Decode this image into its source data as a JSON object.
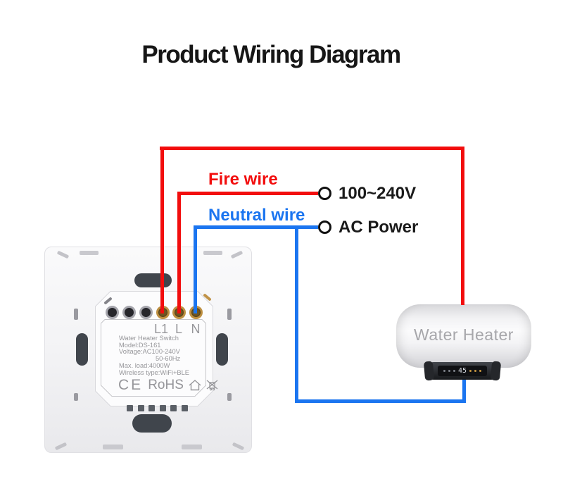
{
  "title": "Product Wiring Diagram",
  "colors": {
    "fire": "#f20d0d",
    "neutral": "#1b75f0",
    "label_text": "#1a1a1a",
    "device_text": "#96969a",
    "heater_text": "#a7a7ab"
  },
  "wiring": {
    "fire_wire_label": "Fire wire",
    "neutral_wire_label": "Neutral wire",
    "supply_voltage": "100~240V",
    "supply_label": "AC Power"
  },
  "switch": {
    "terminals": [
      "L1",
      "L",
      "N"
    ],
    "specs": [
      "Water Heater Switch",
      "Model:DS-161",
      "Voltage:AC100-240V",
      "50-60Hz",
      "Max. load:4000W",
      "Wireless type:WiFi+BLE"
    ],
    "ce_mark": "CE",
    "rohs_mark": "RoHS",
    "icons": [
      "house-icon",
      "crossed-bin-icon"
    ]
  },
  "heater": {
    "label": "Water Heater",
    "display_value": "45"
  }
}
